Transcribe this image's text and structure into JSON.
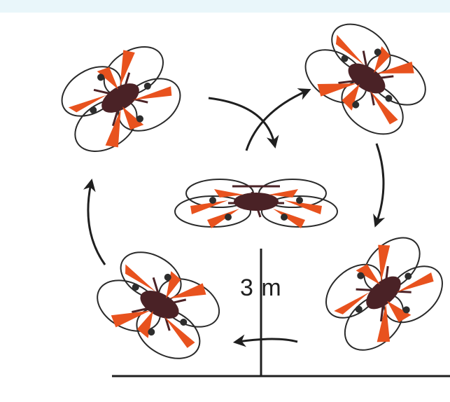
{
  "diagram": {
    "height_label": "3 m",
    "colors": {
      "ink": "#1f1f1f",
      "propeller": "#e8521e",
      "frame": "#4a2226",
      "background": "#ffffff",
      "sky_tint": "#e9f6fa"
    },
    "drones": [
      {
        "id": "top-left",
        "attitude": "tilted"
      },
      {
        "id": "top-right",
        "attitude": "tilted"
      },
      {
        "id": "center",
        "attitude": "level"
      },
      {
        "id": "bottom-right",
        "attitude": "tilted"
      },
      {
        "id": "bottom-left",
        "attitude": "tilted"
      }
    ],
    "arrows": [
      "arrow-top-curve",
      "arrow-right-down",
      "arrow-bottom-left",
      "arrow-left-up"
    ]
  }
}
